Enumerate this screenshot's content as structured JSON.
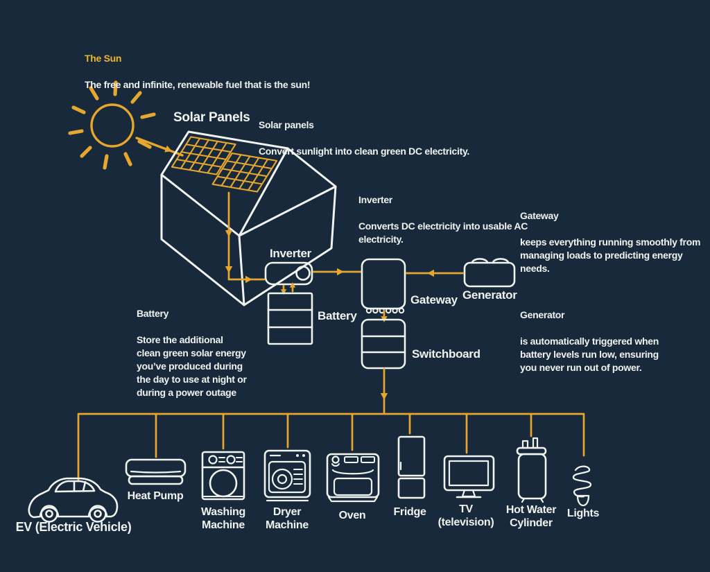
{
  "colors": {
    "background": "#17293a",
    "line": "#e7a72f",
    "text": "#f1f3ef",
    "accent_text": "#efb32d"
  },
  "sun_note": {
    "title": "The Sun",
    "body": "The free and infinite, renewable fuel that is the sun!"
  },
  "solar_panels_label": "Solar Panels",
  "notes": {
    "solar": {
      "title": "Solar panels",
      "body": "Convert sunlight into clean green DC electricity."
    },
    "inverter": {
      "title": "Inverter",
      "body": "Converts DC electricity into usable AC\nelectricity."
    },
    "gateway": {
      "title": "Gateway",
      "body": "keeps everything running smoothly from\nmanaging loads to predicting energy\nneeds."
    },
    "generator": {
      "title": "Generator",
      "body": "is automatically triggered when\nbattery levels run low, ensuring\nyou never run out of power."
    },
    "battery": {
      "title": "Battery",
      "body": "Store the additional\nclean green solar energy\nyou’ve produced during\nthe day to use at night or\nduring a power outage"
    }
  },
  "component_labels": {
    "inverter": "Inverter",
    "battery": "Battery",
    "gateway": "Gateway",
    "generator": "Generator",
    "switchboard": "Switchboard"
  },
  "appliances": [
    {
      "id": "ev",
      "label": "EV (Electric Vehicle)"
    },
    {
      "id": "heat-pump",
      "label": "Heat Pump"
    },
    {
      "id": "washing-machine",
      "label": "Washing\nMachine"
    },
    {
      "id": "dryer-machine",
      "label": "Dryer\nMachine"
    },
    {
      "id": "oven",
      "label": "Oven"
    },
    {
      "id": "fridge",
      "label": "Fridge"
    },
    {
      "id": "tv",
      "label": "TV\n(television)"
    },
    {
      "id": "hot-water-cylinder",
      "label": "Hot Water\nCylinder"
    },
    {
      "id": "lights",
      "label": "Lights"
    }
  ]
}
